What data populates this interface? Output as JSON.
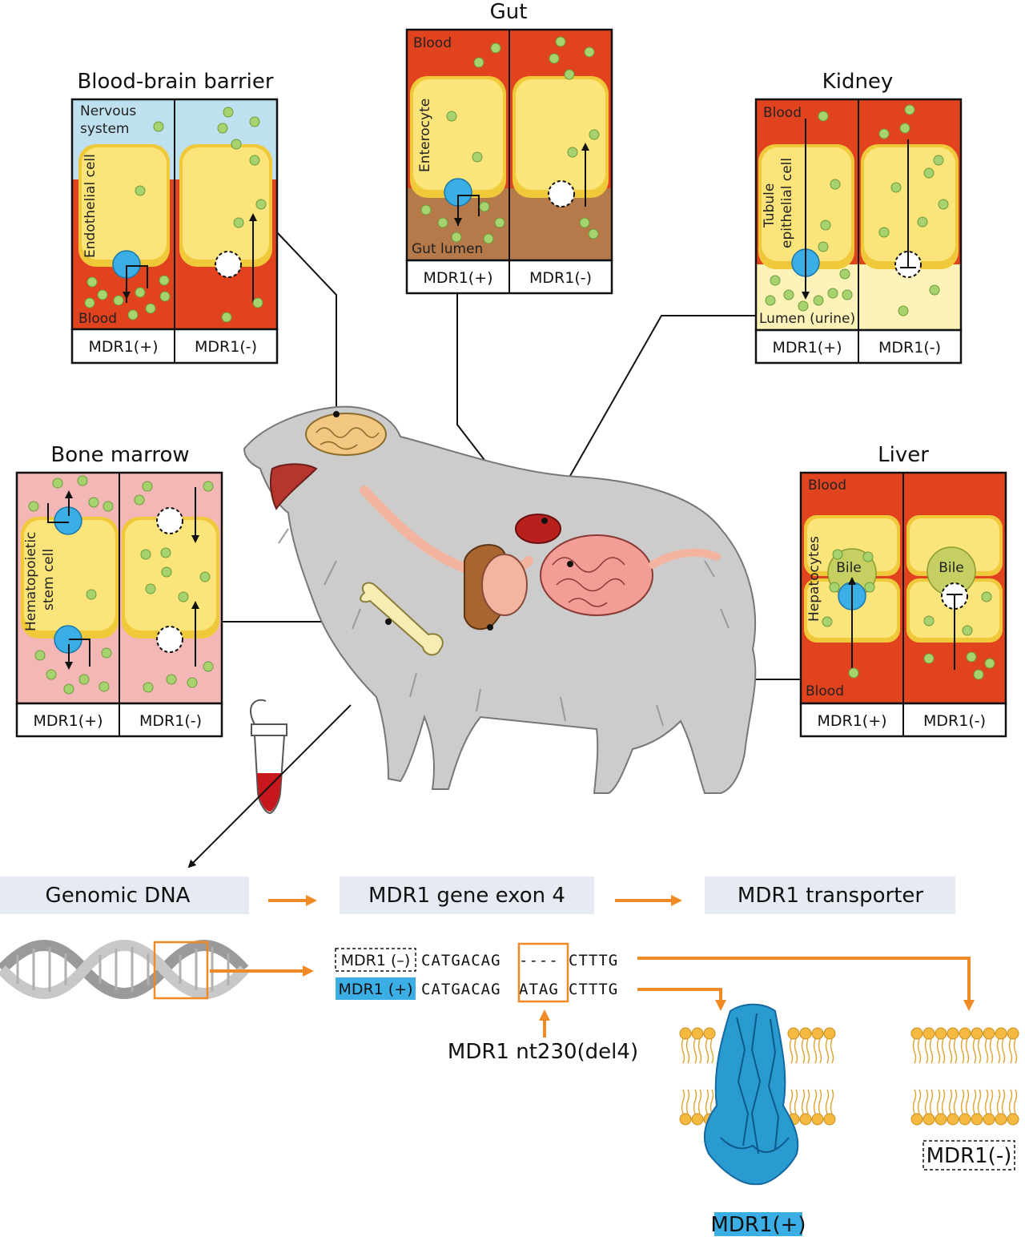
{
  "colors": {
    "blood": "#e2431f",
    "cell": "#fbe47a",
    "cell_edge": "#f0c93a",
    "brain_bg": "#bfe0ee",
    "gut_lumen": "#b5794a",
    "urine": "#fdf3b8",
    "marrow": "#f3b8b6",
    "drug": "#a7d36e",
    "transporter": "#3aaee5",
    "accent": "#f08a24",
    "dog": "#cfcfcf",
    "band_bg": "#e6eaf2"
  },
  "panels": {
    "bbb": {
      "title": "Blood-brain barrier",
      "top_label": "Nervous system",
      "top_label_line1": "Nervous",
      "top_label_line2": "system",
      "cell_label": "Endothelial cell",
      "bottom_label": "Blood",
      "left_col": "MDR1(+)",
      "right_col": "MDR1(-)"
    },
    "gut": {
      "title": "Gut",
      "top_label": "Blood",
      "cell_label": "Enterocyte",
      "bottom_label": "Gut lumen",
      "left_col": "MDR1(+)",
      "right_col": "MDR1(-)"
    },
    "kidney": {
      "title": "Kidney",
      "top_label": "Blood",
      "cell_label_line1": "Tubule",
      "cell_label_line2": "epithelial cell",
      "bottom_label": "Lumen (urine)",
      "left_col": "MDR1(+)",
      "right_col": "MDR1(-)"
    },
    "marrow": {
      "title": "Bone marrow",
      "cell_label_line1": "Hematopoietic",
      "cell_label_line2": "stem cell",
      "left_col": "MDR1(+)",
      "right_col": "MDR1(-)"
    },
    "liver": {
      "title": "Liver",
      "top_label": "Blood",
      "cell_label": "Hepatocytes",
      "bile_label": "Bile",
      "bottom_label": "Blood",
      "left_col": "MDR1(+)",
      "right_col": "MDR1(-)"
    }
  },
  "flow": {
    "step1": "Genomic DNA",
    "step2": "MDR1 gene exon 4",
    "step3": "MDR1 transporter"
  },
  "sequence": {
    "mutant_label": "MDR1 (–)",
    "mutant_seq_a": "CATGACAG",
    "mutant_gap": "----",
    "mutant_seq_b": "CTTTG",
    "normal_label": "MDR1 (+)",
    "normal_seq_a": "CATGACAG",
    "normal_insert": "ATAG",
    "normal_seq_b": "CTTTG",
    "mutation_name": "MDR1 nt230(del4)"
  },
  "membranes": {
    "positive_label": "MDR1(+)",
    "negative_label": "MDR1(-)"
  }
}
